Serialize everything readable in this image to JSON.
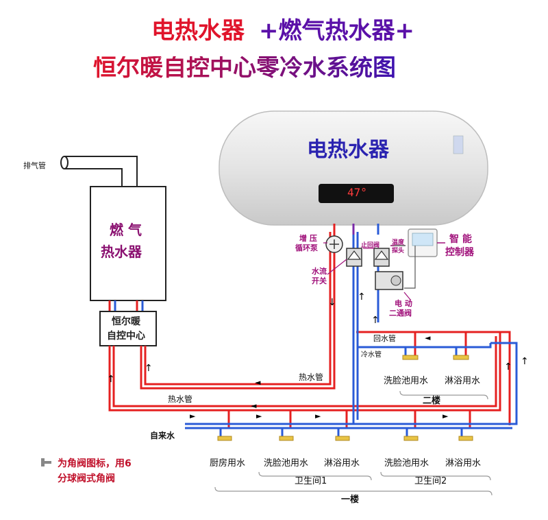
{
  "title": {
    "line1_red": "电热水器",
    "line1_purple": "+燃气热水器+",
    "line2": "恒尔暖自控中心零冷水系统图"
  },
  "heater": {
    "label": "电热水器",
    "display": "47°"
  },
  "gas": {
    "line1": "燃 气",
    "line2": "热水器",
    "exhaust": "排气管"
  },
  "center": {
    "line1": "恒尔暖",
    "line2": "自控中心"
  },
  "components": {
    "pump": [
      "增 压",
      "循环泵"
    ],
    "check_valve": "止回阀",
    "temp_probe": [
      "温度",
      "探头"
    ],
    "controller": [
      "智 能",
      "控制器"
    ],
    "flow_switch": [
      "水流",
      "开关"
    ],
    "motor_valve": [
      "电 动",
      "二通阀"
    ]
  },
  "pipes": {
    "return": "回水管",
    "cold": "冷水管",
    "hot_upper": "热水管",
    "hot_lower": "热水管",
    "mains": "自来水"
  },
  "floor2": {
    "fixtures": [
      "洗脸池用水",
      "淋浴用水"
    ],
    "floor": "二楼"
  },
  "floor1": {
    "fixtures": [
      "厨房用水",
      "洗脸池用水",
      "淋浴用水",
      "洗脸池用水",
      "淋浴用水"
    ],
    "bath1": "卫生间1",
    "bath2": "卫生间2",
    "floor": "一楼"
  },
  "note": [
    "为角阀图标，用6",
    "分球阀式角阀"
  ],
  "colors": {
    "hot": "#e52020",
    "cold": "#2a5bd7",
    "title_red": "#e0142b",
    "title_purple": "#5a10a8",
    "label_purple": "#a0107a"
  }
}
